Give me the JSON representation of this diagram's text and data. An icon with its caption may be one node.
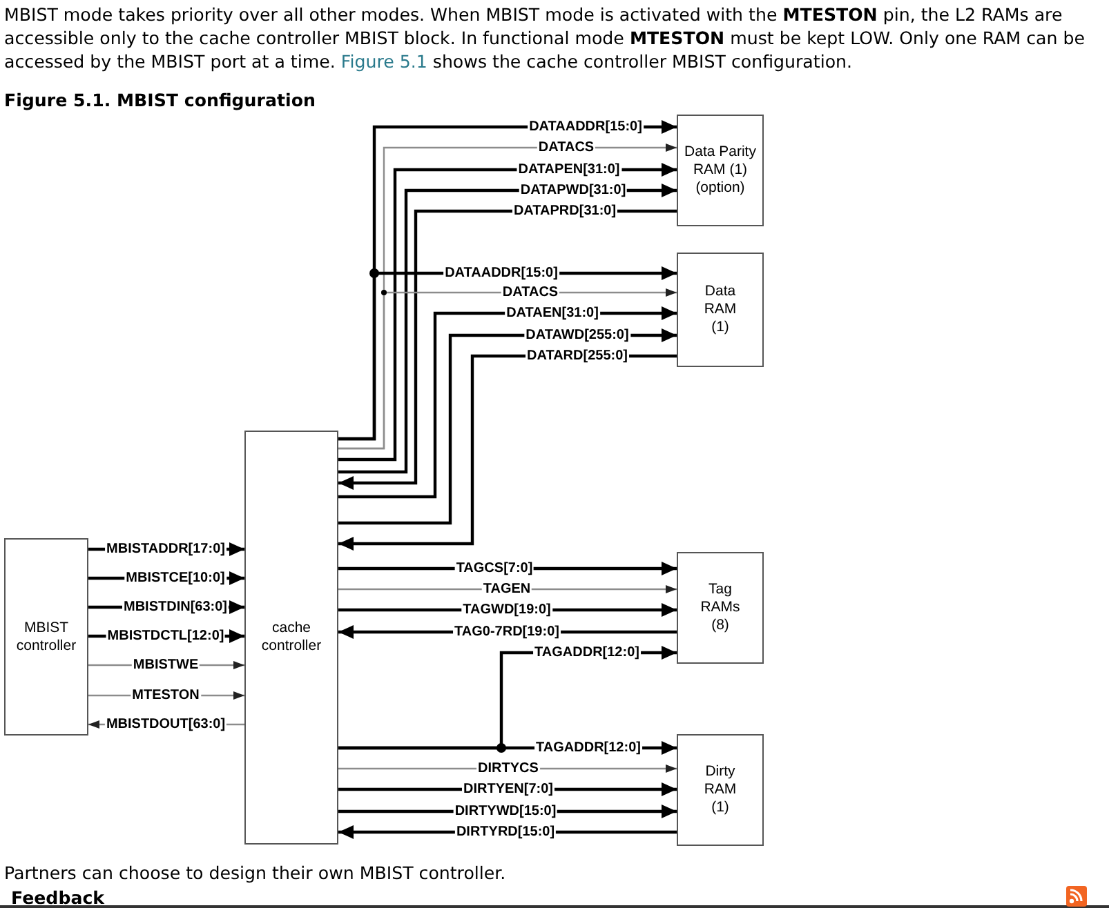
{
  "diagram": {
    "title": "Figure 5.1. MBIST configuration",
    "nodes": [
      {
        "text": [
          "MBIST controller"
        ]
      },
      {
        "text": [
          "cache controller"
        ]
      },
      {
        "text": [
          "Data Parity RAM (1) (option)"
        ]
      },
      {
        "text": [
          "Data RAM (1)"
        ]
      },
      {
        "text": [
          "Tag RAMs (8)"
        ]
      },
      {
        "text": [
          "Dirty RAM (1)"
        ]
      }
    ],
    "edges": [
      {
        "from": 1,
        "to": 2,
        "arrow": "to",
        "label": "DATAADDR[15:0]"
      },
      {
        "from": 1,
        "to": 2,
        "arrow": "to",
        "label": "DATACS",
        "color": "#8c8c8c"
      },
      {
        "from": 1,
        "to": 2,
        "arrow": "to",
        "label": "DATAPEN[31:0]"
      },
      {
        "from": 1,
        "to": 2,
        "arrow": "to",
        "label": "DATAPWD[31:0]"
      },
      {
        "from": 2,
        "to": 1,
        "arrow": "to",
        "label": "DATAPRD[31:0]"
      },
      {
        "from": 1,
        "to": 3,
        "arrow": "to",
        "label": "DATAADDR[15:0]"
      },
      {
        "from": 1,
        "to": 3,
        "arrow": "to",
        "label": "DATACS",
        "color": "#8c8c8c"
      },
      {
        "from": 1,
        "to": 3,
        "arrow": "to",
        "label": "DATAEN[31:0]"
      },
      {
        "from": 1,
        "to": 3,
        "arrow": "to",
        "label": "DATAWD[255:0]"
      },
      {
        "from": 3,
        "to": 1,
        "arrow": "to",
        "label": "DATARD[255:0]"
      },
      {
        "from": 0,
        "to": 1,
        "arrow": "to",
        "label": "MBISTADDR[17:0]"
      },
      {
        "from": 0,
        "to": 1,
        "arrow": "to",
        "label": "MBISTCE[10:0]"
      },
      {
        "from": 0,
        "to": 1,
        "arrow": "to",
        "label": "MBISTDIN[63:0]"
      },
      {
        "from": 0,
        "to": 1,
        "arrow": "to",
        "label": "MBISTDCTL[12:0]"
      },
      {
        "from": 0,
        "to": 1,
        "arrow": "to",
        "label": "MBISTWE",
        "color": "#8c8c8c"
      },
      {
        "from": 0,
        "to": 1,
        "arrow": "to",
        "label": "MTESTON",
        "color": "#8c8c8c"
      },
      {
        "from": 1,
        "to": 0,
        "arrow": "to",
        "label": "MBISTDOUT[63:0]",
        "color": "#8c8c8c"
      },
      {
        "from": 1,
        "to": 4,
        "arrow": "to",
        "label": "TAGCS[7:0]"
      },
      {
        "from": 1,
        "to": 4,
        "arrow": "to",
        "label": "TAGEN",
        "color": "#8c8c8c"
      },
      {
        "from": 1,
        "to": 4,
        "arrow": "to",
        "label": "TAGWD[19:0]"
      },
      {
        "from": 4,
        "to": 1,
        "arrow": "to",
        "label": "TAG0-7RD[19:0]"
      },
      {
        "from": 1,
        "to": 4,
        "arrow": "to",
        "label": "TAGADDR[12:0]"
      },
      {
        "from": 1,
        "to": 5,
        "arrow": "to",
        "label": "TAGADDR[12:0]"
      },
      {
        "from": 1,
        "to": 5,
        "arrow": "to",
        "label": "DIRTYCS",
        "color": "#8c8c8c"
      },
      {
        "from": 1,
        "to": 5,
        "arrow": "to",
        "label": "DIRTYEN[7:0]"
      },
      {
        "from": 1,
        "to": 5,
        "arrow": "to",
        "label": "DIRTYWD[15:0]"
      },
      {
        "from": 5,
        "to": 1,
        "arrow": "to",
        "label": "DIRTYRD[15:0]"
      }
    ],
    "labels": [
      "MBIST mode takes priority over all other modes. When MBIST mode is activated with the **MTESTON** pin, the L2 RAMs are accessible only to the cache controller MBIST block. In functional mode **MTESTON** must be kept LOW. Only one RAM can be accessed by the MBIST port at a time.",
      "Figure 5.1",
      "shows the cache controller MBIST configuration.",
      "Partners can choose to design their own MBIST controller.",
      "Feedback"
    ]
  }
}
